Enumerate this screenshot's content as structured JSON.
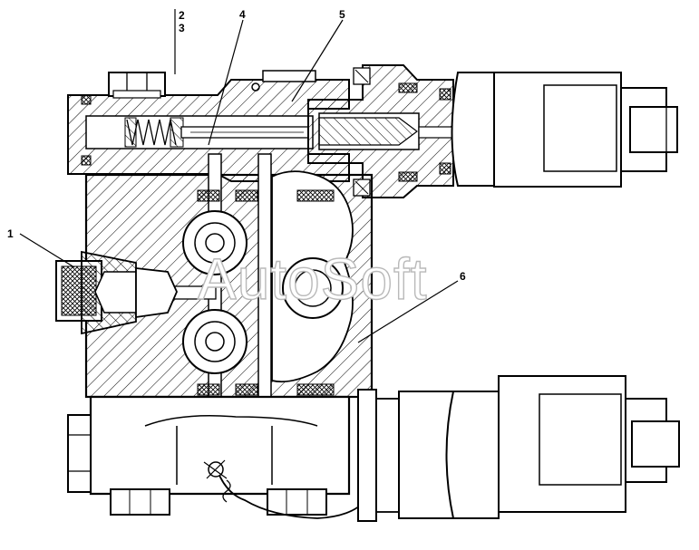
{
  "callouts": {
    "c1": "1",
    "c2": "2",
    "c3": "3",
    "c4": "4",
    "c5": "5",
    "c6": "6"
  },
  "watermark": "AutoSoft",
  "colors": {
    "line": "#000000",
    "paper": "#ffffff",
    "watermark_stroke": "#b9b9b9"
  }
}
